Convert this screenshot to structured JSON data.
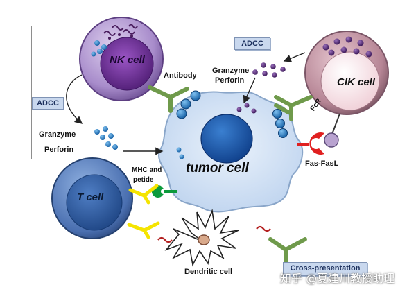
{
  "labels": {
    "nk_cell": "NK cell",
    "cik_cell": "CIK cell",
    "t_cell": "T cell",
    "tumor_cell": "tumor cell",
    "dendritic_cell": "Dendritic cell",
    "antibody": "Antibody",
    "granzyme_top": "Granzyme",
    "perforin_top": "Perforin",
    "granzyme_left": "Granzyme",
    "perforin_left": "Perforin",
    "adcc_left": "ADCC",
    "adcc_top": "ADCC",
    "fcr": "FcR",
    "fas_fasl": "Fas-FasL",
    "mhc_and": "MHC and",
    "petide": "petide",
    "bottom_box": "Cross-presentation"
  },
  "watermark": "知乎 @夏建川教授助理",
  "colors": {
    "tumor": "#cfe0f5",
    "nucleus": "#1f5aa8",
    "nk": "#b49fd2",
    "nk_nucleus": "#6d2d94",
    "cik": "#c99aaa",
    "cik_nucleus": "#f6dfe4",
    "tcell": "#5b7fbf",
    "tcell_nucleus": "#2b5598",
    "antibody": "#7faa55",
    "granule_blue": "#2e7fc4",
    "granule_purple": "#5a2d7a",
    "fas": "#e02020",
    "receptor_yellow": "#f5e400",
    "receptor_green": "#0c9a3c",
    "dendritic": "#ffffff"
  }
}
